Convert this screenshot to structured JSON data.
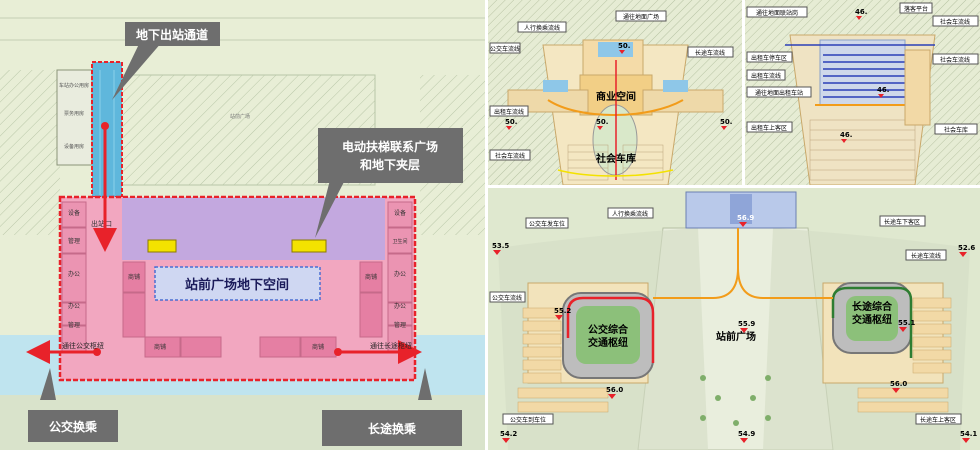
{
  "left_panel": {
    "callouts": {
      "underground_passage": "地下出站通道",
      "escalator_plaza": "电动扶梯联系广场",
      "mezzanine": "和地下夹层",
      "bus_transfer": "公交换乘",
      "longdistance_transfer": "长途换乘"
    },
    "center_label": "站前广场地下空间",
    "exit_label": "出站口",
    "to_bus_hub": "通往公交枢纽",
    "to_longdistance_hub": "通往长途枢纽",
    "left_rooms": [
      "设备",
      "管理",
      "办公",
      "办公",
      "管理"
    ],
    "right_rooms": [
      "设备",
      "卫生间",
      "办公",
      "办公",
      "管理"
    ],
    "shop": "商铺",
    "top_rooms": [
      "车站办公用房",
      "票务用房",
      "设备用房"
    ],
    "top_mid_label": "站前广场"
  },
  "top_middle_panel": {
    "labels": {
      "pedestrian_flow": "人行换乘流线",
      "to_plaza": "通往地面广场",
      "bus_flow": "公交车流线",
      "longdistance_flow": "长途车流线",
      "taxi_flow": "出租车流线",
      "social_parking_flow": "社会车流线",
      "commercial_space": "商业空间",
      "social_garage": "社会车库"
    },
    "elevations": [
      "50.",
      "50.",
      "50.",
      "50."
    ]
  },
  "top_right_panel": {
    "labels": {
      "to_ground_station": "通往地面联站岗",
      "platform": "落客平台",
      "taxi_parking": "出租车停车区",
      "taxi_flow": "出租车流线",
      "to_ground_taxi": "通往地面出租车站",
      "taxi_pickup": "出租车上客区",
      "social_flow": "社会车流线",
      "social_garage": "社会车库"
    },
    "elevations": [
      "46.",
      "46.",
      "46."
    ]
  },
  "bottom_panel": {
    "labels": {
      "bus_departure": "公交车发车位",
      "pedestrian_flow": "人行换乘流线",
      "longdistance_dropoff": "长途车下客区",
      "longdistance_flow": "长途车流线",
      "bus_flow": "公交车流线",
      "bus_hub_line1": "公交综合",
      "bus_hub_line2": "交通枢纽",
      "plaza": "站前广场",
      "ld_hub_line1": "长途综合",
      "ld_hub_line2": "交通枢纽",
      "bus_arrival": "公交车到车位",
      "longdistance_pickup": "长途车上客区"
    },
    "elevations": {
      "top_left": "53.5",
      "top_right": "52.6",
      "station": "56.9",
      "plaza": "55.9",
      "bus_hub": "55.2",
      "ld_hub": "55.1",
      "bus_bottom": "56.0",
      "ld_bottom": "56.0",
      "bottom_left": "54.2",
      "bottom_mid": "54.9",
      "bottom_right": "54.1"
    }
  }
}
